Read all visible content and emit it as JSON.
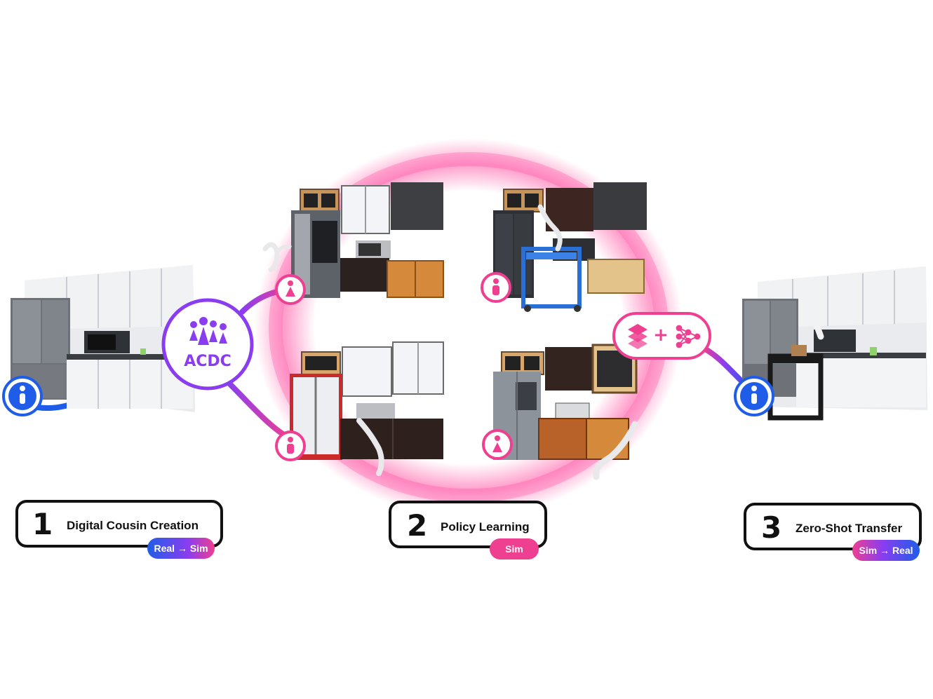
{
  "colors": {
    "accent_pink": "#ee3f91",
    "accent_purple": "#8a3df0",
    "accent_blue": "#1f5de8",
    "ink": "#111111"
  },
  "hub": {
    "label": "ACDC",
    "icon": "people-group-icon"
  },
  "policy_badge": {
    "icons": [
      "layers-stack-icon",
      "neural-network-icon"
    ],
    "plus": "+"
  },
  "steps": [
    {
      "number": "1",
      "title": "Digital Cousin Creation",
      "badge": "Real → Sim"
    },
    {
      "number": "2",
      "title": "Policy Learning",
      "badge": "Sim"
    },
    {
      "number": "3",
      "title": "Zero-Shot Transfer",
      "badge": "Sim → Real"
    }
  ]
}
